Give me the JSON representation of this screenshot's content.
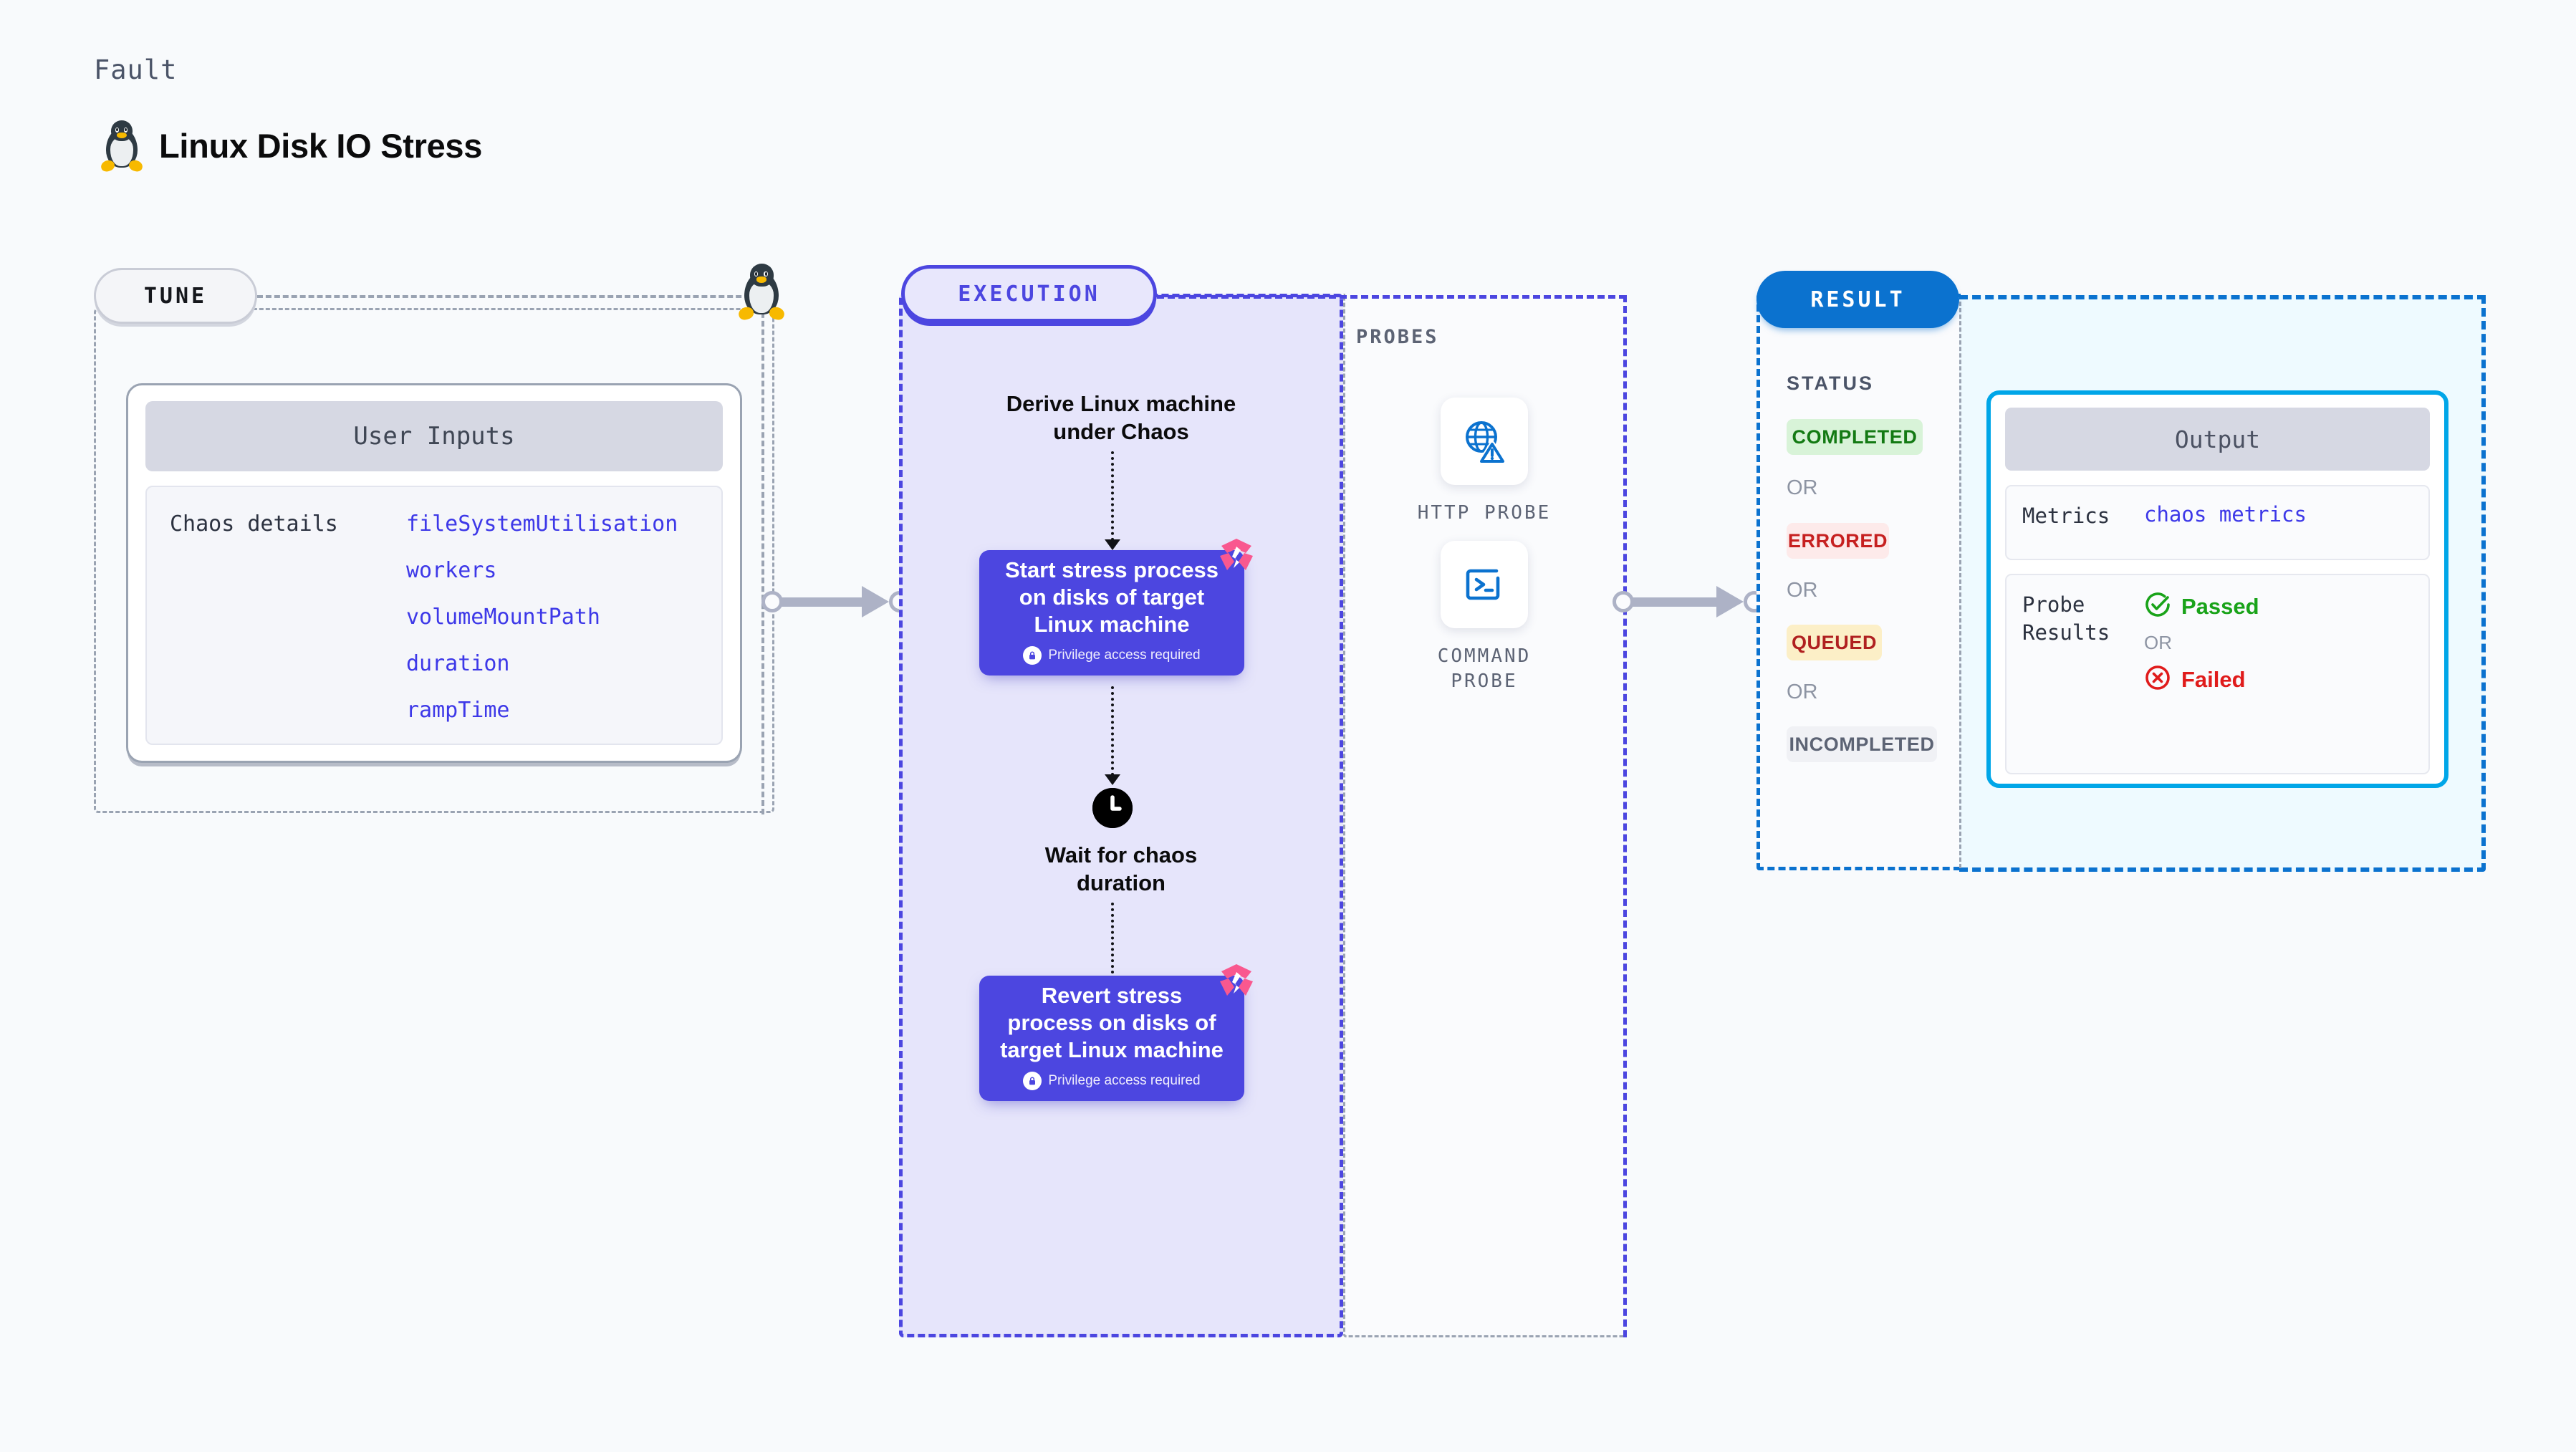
{
  "header": {
    "kicker": "Fault",
    "title": "Linux Disk IO Stress",
    "icon": "linux-penguin-icon"
  },
  "tune": {
    "badge": "TUNE",
    "marker_icon": "linux-penguin-icon",
    "card": {
      "header": "User Inputs",
      "key_label": "Chaos details",
      "params": [
        "fileSystemUtilisation",
        "workers",
        "volumeMountPath",
        "duration",
        "rampTime"
      ]
    }
  },
  "execution": {
    "badge": "EXECUTION",
    "steps": [
      {
        "type": "text",
        "label": "Derive Linux machine\nunder Chaos"
      },
      {
        "type": "action",
        "label": "Start stress process\non disks of target\nLinux machine",
        "note": "Privilege access required",
        "note_icon": "lock-icon",
        "ribbon_icon": "litmus-logo-icon"
      },
      {
        "type": "wait",
        "icon": "clock-icon",
        "label": "Wait for chaos\nduration"
      },
      {
        "type": "action",
        "label": "Revert stress\nprocess on disks of\ntarget Linux machine",
        "note": "Privilege access required",
        "note_icon": "lock-icon",
        "ribbon_icon": "litmus-logo-icon"
      }
    ]
  },
  "probes": {
    "title": "PROBES",
    "items": [
      {
        "label": "HTTP PROBE",
        "icon": "globe-warning-icon"
      },
      {
        "label": "COMMAND\nPROBE",
        "icon": "terminal-icon"
      }
    ]
  },
  "result": {
    "badge": "RESULT",
    "status_title": "STATUS",
    "or_label": "OR",
    "statuses": [
      {
        "label": "COMPLETED",
        "bg": "#d8f3d8",
        "fg": "#137a13"
      },
      {
        "label": "ERRORED",
        "bg": "#fdeaea",
        "fg": "#c62020"
      },
      {
        "label": "QUEUED",
        "bg": "#fcefc7",
        "fg": "#b02020"
      },
      {
        "label": "INCOMPLETED",
        "bg": "#f0f1f5",
        "fg": "#5c6374"
      }
    ],
    "output": {
      "header": "Output",
      "metrics_key": "Metrics",
      "metrics_value": "chaos metrics",
      "probe_key": "Probe\nResults",
      "passed_label": "Passed",
      "passed_icon": "check-circle-icon",
      "or_label": "OR",
      "failed_label": "Failed",
      "failed_icon": "x-circle-icon"
    }
  },
  "colors": {
    "background": "#f8fafc",
    "execution_accent": "#4c46e0",
    "result_accent": "#0b72cf",
    "output_accent": "#00a6e8",
    "tune_accent": "#9aa3b2",
    "param_text": "#3d38e8",
    "ribbon": "#f9588f"
  }
}
